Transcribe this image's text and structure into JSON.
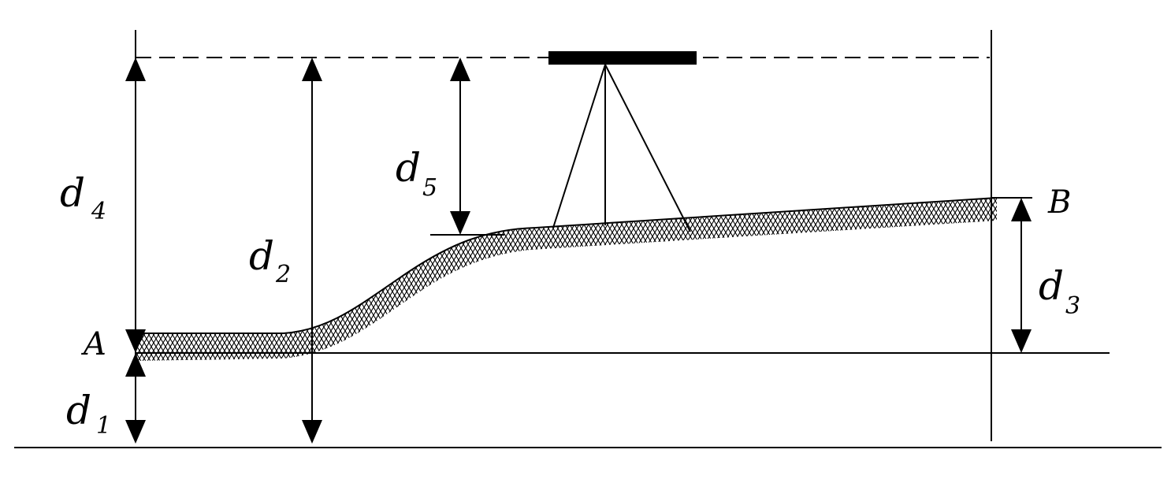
{
  "labels": {
    "A": "A",
    "B": "B",
    "d1": {
      "main": "d",
      "sub": "1"
    },
    "d2": {
      "main": "d",
      "sub": "2"
    },
    "d3": {
      "main": "d",
      "sub": "3"
    },
    "d4": {
      "main": "d",
      "sub": "4"
    },
    "d5": {
      "main": "d",
      "sub": "5"
    }
  },
  "colors": {
    "ink": "#000000",
    "background": "#ffffff"
  }
}
